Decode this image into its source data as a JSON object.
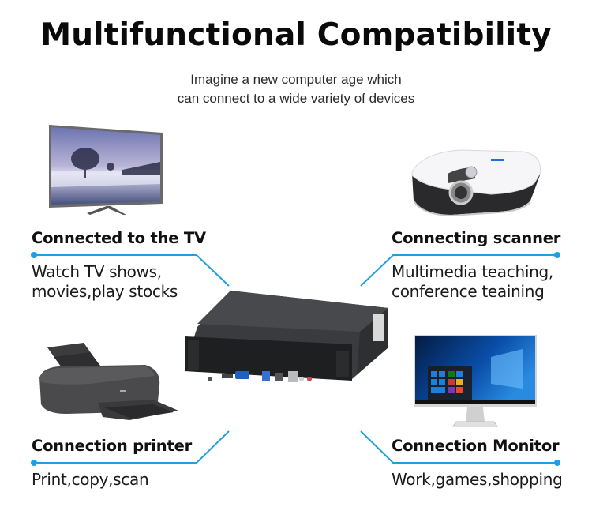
{
  "header": {
    "title": "Multifunctional Compatibility",
    "subtitle_line1": "Imagine a new computer age which",
    "subtitle_line2": "can connect to a wide variety of devices"
  },
  "colors": {
    "accent_line": "#1ea0e0",
    "heading_text": "#111111",
    "body_text": "#1a1a1a"
  },
  "features": [
    {
      "id": "tv",
      "heading": "Connected to the TV",
      "desc_line1": "Watch TV shows,",
      "desc_line2": "movies,play stocks",
      "icon": "tv-icon"
    },
    {
      "id": "scanner",
      "heading": "Connecting scanner",
      "desc_line1": "Multimedia teaching,",
      "desc_line2": "conference teaining",
      "icon": "projector-icon"
    },
    {
      "id": "printer",
      "heading": "Connection printer",
      "desc_line1": "Print,copy,scan",
      "icon": "printer-icon"
    },
    {
      "id": "monitor",
      "heading": "Connection Monitor",
      "desc_line1": "Work,games,shopping",
      "icon": "monitor-icon"
    }
  ],
  "center_device": {
    "icon": "mini-pc-icon"
  }
}
